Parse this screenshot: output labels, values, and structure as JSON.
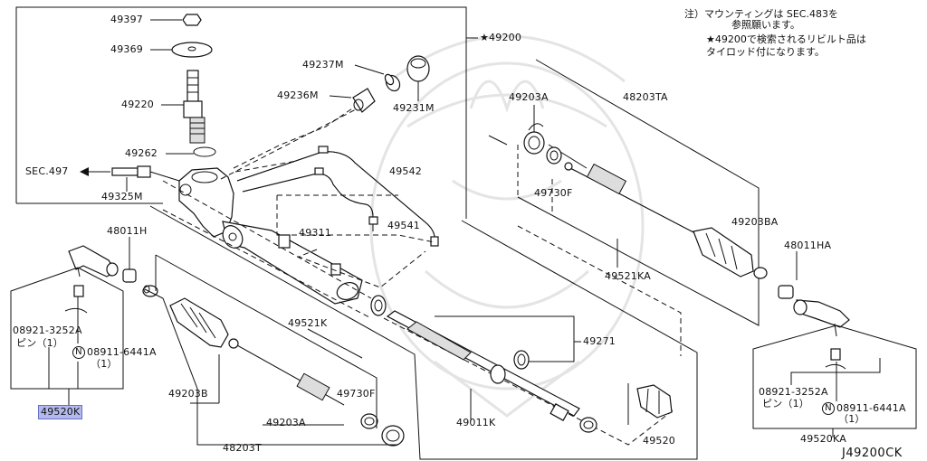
{
  "notes": {
    "line1": "注）マウンティングは SEC.483を",
    "line2": "参照願います。",
    "line3": "★49200で検索されるリビルト品は",
    "line4": "タイロッド付になります。"
  },
  "labels": {
    "p49397": "49397",
    "p49369": "49369",
    "p49220": "49220",
    "p49262": "49262",
    "sec497": "SEC.497",
    "p49325m": "49325M",
    "p49200": "★49200",
    "p49237m": "49237M",
    "p49236m": "49236M",
    "p49231m": "49231M",
    "p49542": "49542",
    "p49541": "49541",
    "p49311": "49311",
    "p48011h": "48011H",
    "p49203a_r": "49203A",
    "p48203ta": "48203TA",
    "p49730f_r": "49730F",
    "p49203ba": "49203BA",
    "p48011ha": "48011HA",
    "p49521ka": "49521KA",
    "p49271": "49271",
    "p49521k": "49521K",
    "p08921_l": "08921-3252A",
    "pin_l": "ピン（1）",
    "p08911_l": "08911-6441A",
    "qty_l": "（1）",
    "p49520k": "49520K",
    "p49203b": "49203B",
    "p49730f_l": "49730F",
    "p49203a_l": "49203A",
    "p48203t": "48203T",
    "p49011k": "49011K",
    "p49520": "49520",
    "p08921_r": "08921-3252A",
    "pin_r": "ピン（1）",
    "p08911_r": "08911-6441A",
    "qty_r": "（1）",
    "p49520ka": "49520KA",
    "diagram_code": "J49200CK",
    "n_circle": "N"
  }
}
